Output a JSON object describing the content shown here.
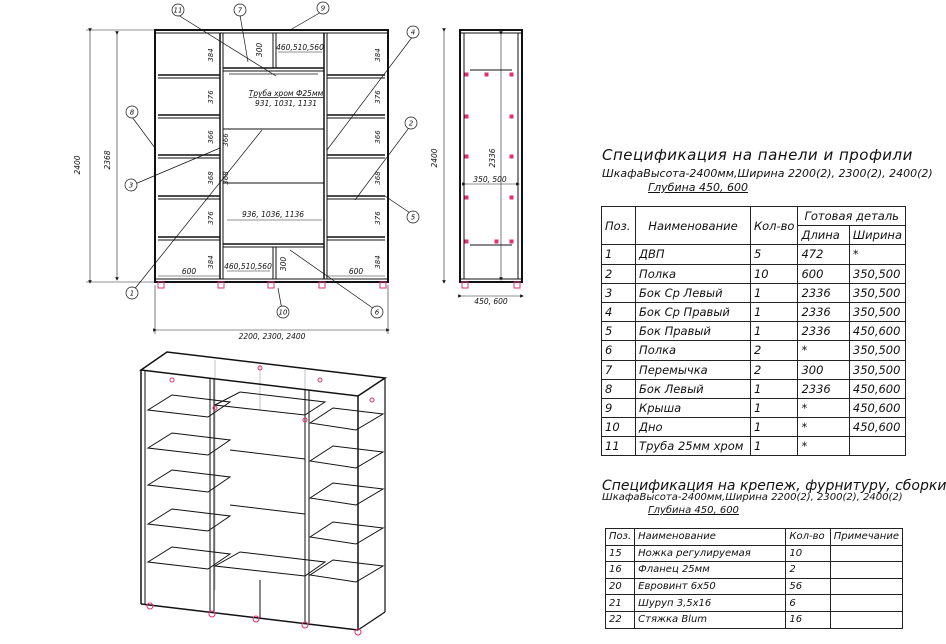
{
  "drawing": {
    "front": {
      "dim_total_height": "2400",
      "dim_inner_height": "2368",
      "dim_width": "2200, 2300, 2400",
      "dim_top_box": "460,510,560",
      "dim_top_box_h": "300",
      "dim_bottom_box": "460,510,560",
      "dim_bottom_box_h": "300",
      "dim_left_600": "600",
      "dim_right_600": "600",
      "dim_shelf_mid": "936, 1036, 1136",
      "pipe_label": "Труба хром Ф25мм",
      "pipe_sizes": "931, 1031, 1131",
      "left_heights": [
        "384",
        "376",
        "366",
        "368",
        "376",
        "384"
      ],
      "right_heights": [
        "384",
        "376",
        "366",
        "368",
        "376",
        "384"
      ],
      "mid_heights": [
        "366",
        "368"
      ],
      "callouts": [
        "11",
        "7",
        "9",
        "4",
        "8",
        "2",
        "3",
        "5",
        "1",
        "10",
        "6"
      ]
    },
    "side": {
      "dim_height": "2400",
      "dim_inner": "2336",
      "dim_depth": "350, 500",
      "dim_depth_bottom": "450, 600"
    }
  },
  "spec1": {
    "title": "Спецификация на панели и профили",
    "subtitle": "ШкафаВысота-2400мм,Ширина 2200(2), 2300(2), 2400(2)",
    "subtitle2": "Глубина 450, 600",
    "headers": {
      "pos": "Поз.",
      "name": "Наименование",
      "qty": "Кол-во",
      "ready": "Готовая деталь",
      "length": "Длина",
      "width": "Ширина"
    },
    "rows": [
      {
        "pos": "1",
        "name": "ДВП",
        "qty": "5",
        "length": "472",
        "width": "*"
      },
      {
        "pos": "2",
        "name": "Полка",
        "qty": "10",
        "length": "600",
        "width": "350,500"
      },
      {
        "pos": "3",
        "name": "Бок Ср Левый",
        "qty": "1",
        "length": "2336",
        "width": "350,500"
      },
      {
        "pos": "4",
        "name": "Бок Ср Правый",
        "qty": "1",
        "length": "2336",
        "width": "350,500"
      },
      {
        "pos": "5",
        "name": "Бок Правый",
        "qty": "1",
        "length": "2336",
        "width": "450,600"
      },
      {
        "pos": "6",
        "name": "Полка",
        "qty": "2",
        "length": "*",
        "width": "350,500"
      },
      {
        "pos": "7",
        "name": "Перемычка",
        "qty": "2",
        "length": "300",
        "width": "350,500"
      },
      {
        "pos": "8",
        "name": "Бок Левый",
        "qty": "1",
        "length": "2336",
        "width": "450,600"
      },
      {
        "pos": "9",
        "name": "Крыша",
        "qty": "1",
        "length": "*",
        "width": "450,600"
      },
      {
        "pos": "10",
        "name": "Дно",
        "qty": "1",
        "length": "*",
        "width": "450,600"
      },
      {
        "pos": "11",
        "name": "Труба 25мм хром",
        "qty": "1",
        "length": "*",
        "width": ""
      }
    ]
  },
  "spec2": {
    "title": "Спецификация на крепеж, фурнитуру, сборки",
    "subtitle": "ШкафаВысота-2400мм,Ширина 2200(2), 2300(2), 2400(2)",
    "subtitle2": "Глубина 450, 600",
    "headers": {
      "pos": "Поз.",
      "name": "Наименование",
      "qty": "Кол-во",
      "note": "Примечание"
    },
    "rows": [
      {
        "pos": "15",
        "name": "Ножка регулируемая",
        "qty": "10",
        "note": ""
      },
      {
        "pos": "16",
        "name": "Фланец 25мм",
        "qty": "2",
        "note": ""
      },
      {
        "pos": "20",
        "name": "Евровинт 6x50",
        "qty": "56",
        "note": ""
      },
      {
        "pos": "21",
        "name": "Шуруп 3,5x16",
        "qty": "6",
        "note": ""
      },
      {
        "pos": "22",
        "name": "Стяжка Blum",
        "qty": "16",
        "note": ""
      }
    ]
  },
  "colors": {
    "line": "#111111",
    "marker": "#e0306f",
    "dim": "#333333"
  }
}
